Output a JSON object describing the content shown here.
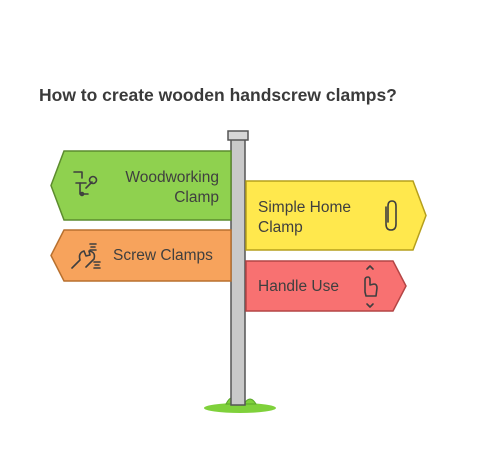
{
  "title": "How to create wooden handscrew clamps?",
  "signs": [
    {
      "id": "woodworking",
      "lines": [
        "Woodworking",
        "Clamp"
      ],
      "fill": "#8fd14f",
      "stroke": "#5c8c2e",
      "icon": "clamp-tool-icon"
    },
    {
      "id": "simple-home",
      "lines": [
        "Simple Home",
        "Clamp"
      ],
      "fill": "#ffe84d",
      "stroke": "#b59f1d",
      "icon": "paperclip-icon"
    },
    {
      "id": "screw",
      "lines": [
        "Screw Clamps"
      ],
      "fill": "#f7a35c",
      "stroke": "#b8702e",
      "icon": "wrench-bolts-icon"
    },
    {
      "id": "handle",
      "lines": [
        "Handle Use"
      ],
      "fill": "#f87171",
      "stroke": "#b44545",
      "icon": "hand-swipe-icon"
    }
  ],
  "colors": {
    "pole": "#c9c9c9",
    "pole_stroke": "#555555",
    "grass": "#7fd13b",
    "text": "#3f3f3f"
  }
}
